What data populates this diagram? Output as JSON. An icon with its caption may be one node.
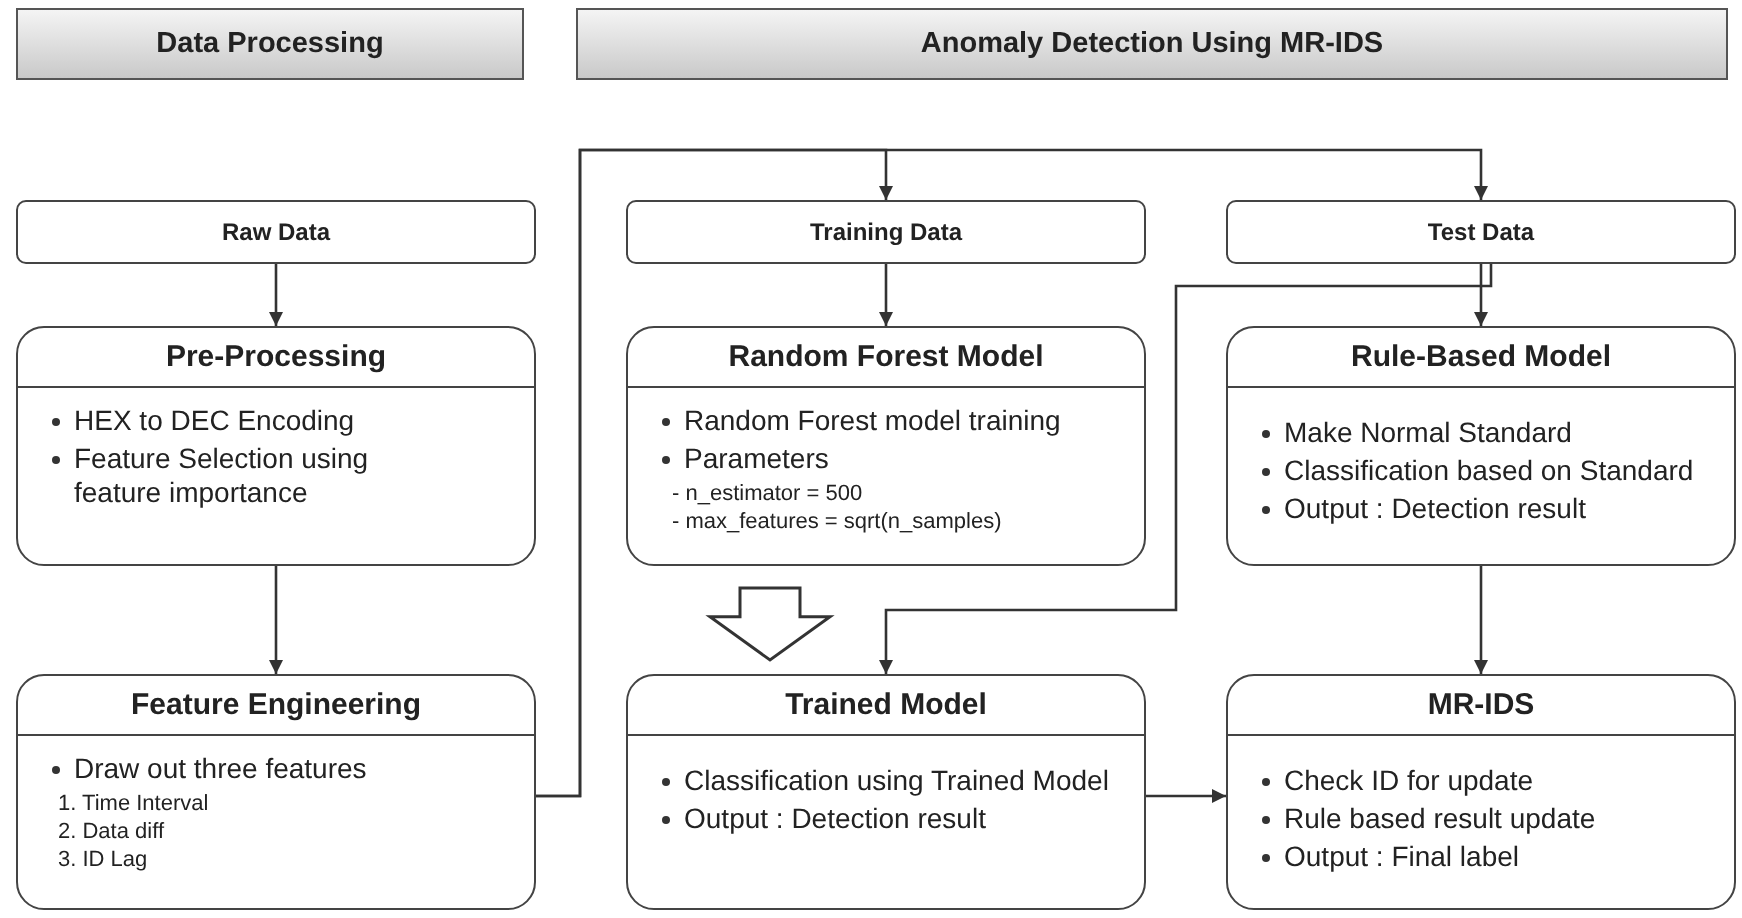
{
  "diagram": {
    "nodes": [
      {
        "text": [
          "Data Processing"
        ]
      },
      {
        "text": [
          "Anomaly Detection Using MR-IDS"
        ]
      },
      {
        "text": [
          "Raw Data"
        ]
      },
      {
        "text": [
          "Pre-Processing",
          "HEX to DEC Encoding",
          "Feature Selection using feature importance"
        ]
      },
      {
        "text": [
          "Feature Engineering",
          "Draw out three features",
          "1. Time Interval",
          "2. Data diff",
          "3. ID Lag"
        ]
      },
      {
        "text": [
          "Training Data"
        ]
      },
      {
        "text": [
          "Random Forest Model",
          "Random Forest model training",
          "Parameters",
          "- n_estimator = 500",
          "- max_features = sqrt(n_samples)"
        ]
      },
      {
        "text": [
          "Test Data"
        ]
      },
      {
        "text": [
          "Rule-Based Model",
          "Make Normal Standard",
          "Classification based on Standard",
          "Output : Detection result"
        ]
      },
      {
        "text": [
          "Trained Model",
          "Classification using Trained Model",
          "Output : Detection result"
        ]
      },
      {
        "text": [
          "MR-IDS",
          "Check ID for update",
          "Rule based result update",
          "Output : Final label"
        ]
      }
    ],
    "edges": [
      {
        "from": 2,
        "to": 3,
        "arrow": "to"
      },
      {
        "from": 3,
        "to": 4,
        "arrow": "to"
      },
      {
        "from": 4,
        "to": 5,
        "arrow": "to"
      },
      {
        "from": 4,
        "to": 7,
        "arrow": "to"
      },
      {
        "from": 5,
        "to": 6,
        "arrow": "to"
      },
      {
        "from": 7,
        "to": 8,
        "arrow": "to"
      },
      {
        "from": 7,
        "to": 9,
        "arrow": "to"
      },
      {
        "from": 6,
        "to": 9,
        "arrow": "to",
        "style": "thick"
      },
      {
        "from": 8,
        "to": 10,
        "arrow": "to"
      },
      {
        "from": 9,
        "to": 10,
        "arrow": "to"
      }
    ]
  }
}
